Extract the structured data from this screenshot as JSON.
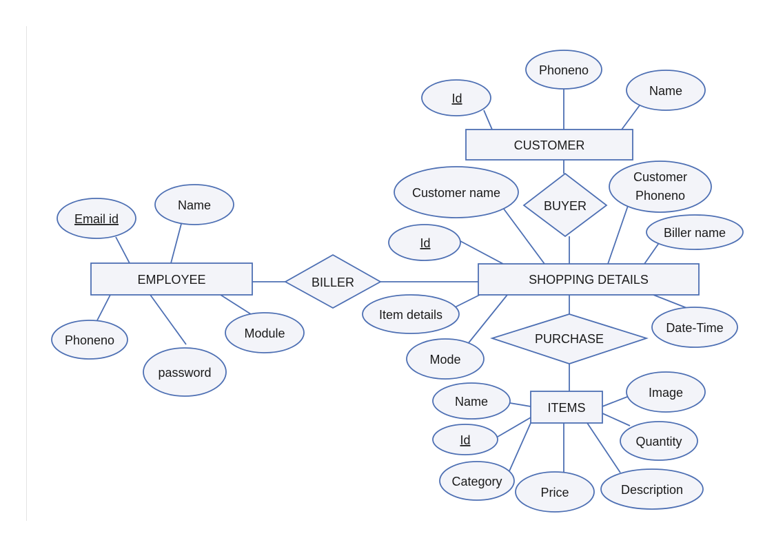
{
  "colors": {
    "stroke": "#4d6fb3",
    "fill": "#f3f4f9",
    "text": "#1a1a1a"
  },
  "entities": {
    "customer": "CUSTOMER",
    "employee": "EMPLOYEE",
    "shopping_details": "SHOPPING DETAILS",
    "items": "ITEMS"
  },
  "relationships": {
    "buyer": "BUYER",
    "biller": "BILLER",
    "purchase": "PURCHASE"
  },
  "attributes": {
    "customer": {
      "id": "Id",
      "phoneno": "Phoneno",
      "name": "Name"
    },
    "employee": {
      "email_id": "Email id",
      "name": "Name",
      "phoneno": "Phoneno",
      "password": "password",
      "module": "Module"
    },
    "shopping_details": {
      "customer_name": "Customer name",
      "customer_phoneno_line1": "Customer",
      "customer_phoneno_line2": "Phoneno",
      "id": "Id",
      "biller_name": "Biller name",
      "item_details": "Item details",
      "mode": "Mode",
      "date_time": "Date-Time"
    },
    "items": {
      "name": "Name",
      "id": "Id",
      "image": "Image",
      "quantity": "Quantity",
      "category": "Category",
      "price": "Price",
      "description": "Description"
    }
  }
}
